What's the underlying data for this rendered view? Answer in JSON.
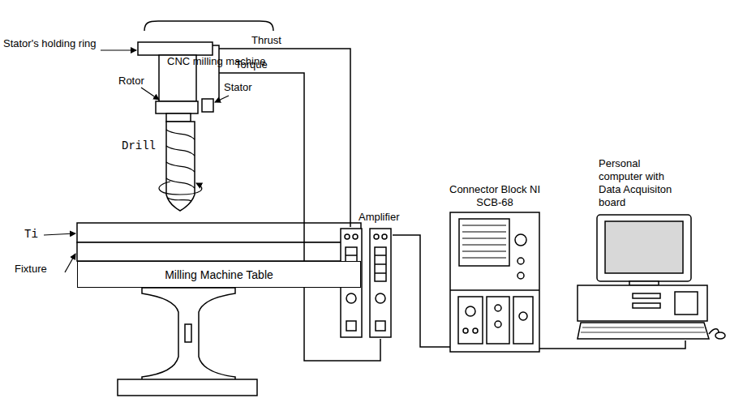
{
  "diagram": {
    "nodes": [
      {
        "text": [
          "CNC milling machine"
        ]
      },
      {
        "text": [
          "Amplifier"
        ]
      },
      {
        "text": [
          "Connector Block NI SCB-68"
        ]
      },
      {
        "text": [
          "Personal computer with Data Acquisiton board"
        ]
      },
      {
        "text": [
          "Milling Machine Table"
        ]
      }
    ],
    "edges": [
      {
        "from": 0,
        "to": 1,
        "label": "Thrust",
        "arrow": "none"
      },
      {
        "from": 0,
        "to": 1,
        "label": "Torque",
        "arrow": "none"
      },
      {
        "from": 1,
        "to": 2,
        "arrow": "none"
      },
      {
        "from": 2,
        "to": 3,
        "arrow": "none"
      }
    ],
    "labels": [
      "Stator's holding ring",
      "Rotor",
      "Stator",
      "Drill",
      "Ti",
      "Fixture"
    ]
  }
}
